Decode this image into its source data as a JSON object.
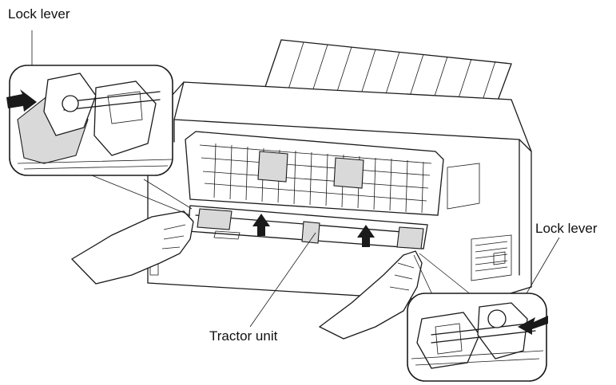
{
  "labels": {
    "lock_lever_left": "Lock lever",
    "lock_lever_right": "Lock lever",
    "tractor_unit": "Tractor unit"
  },
  "colors": {
    "line": "#1a1a1a",
    "fill": "#ffffff",
    "shade": "#d9d9d9"
  }
}
